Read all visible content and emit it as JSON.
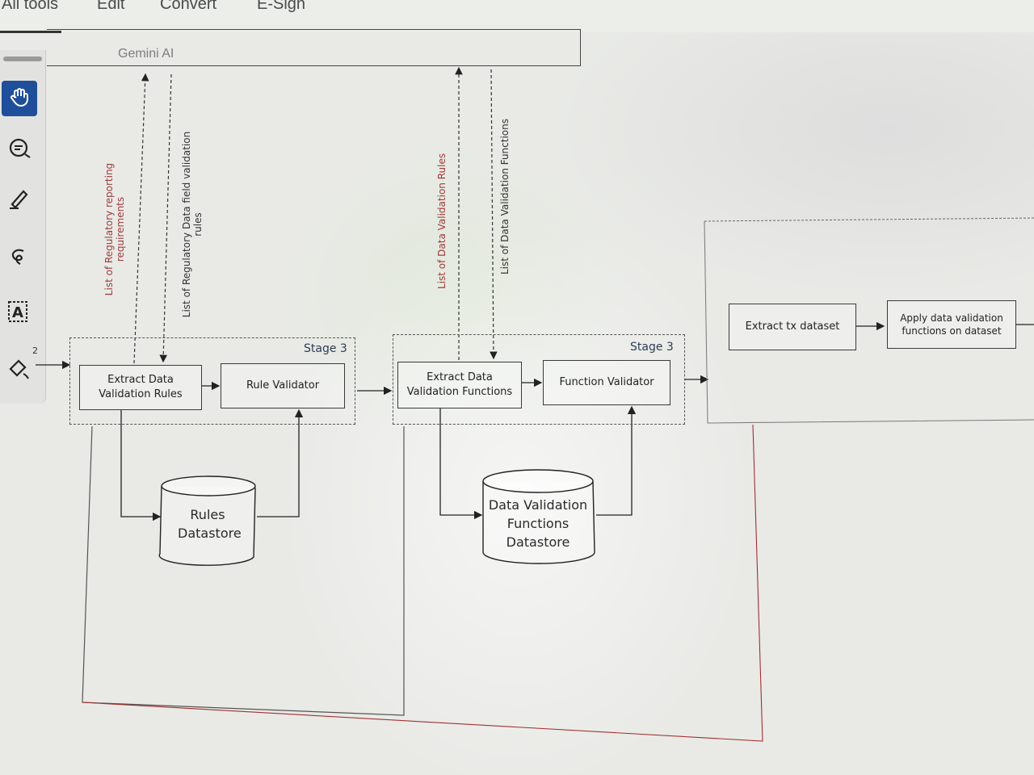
{
  "menu": {
    "items": [
      "All tools",
      "Edit",
      "Convert",
      "E-Sign"
    ]
  },
  "toolbar": {
    "tools": [
      {
        "name": "hand-icon",
        "active": true
      },
      {
        "name": "comment-icon"
      },
      {
        "name": "highlight-pen-icon"
      },
      {
        "name": "draw-loop-icon"
      },
      {
        "name": "text-select-icon"
      },
      {
        "name": "fill-sign-icon"
      }
    ]
  },
  "diagram": {
    "swimlane_title": "Gemini AI",
    "arrow_labels": {
      "regulatory_requirements": "List of Regulatory reporting requirements",
      "field_rules": "List of Regulatory Data field validation rules",
      "validation_rules": "List of Data Validation Rules",
      "validation_functions": "List of Data Validation Functions"
    },
    "stage1": {
      "label": "Stage 3",
      "extract_rules": "Extract Data Validation Rules",
      "rule_validator": "Rule Validator"
    },
    "stage2": {
      "label": "Stage 3",
      "extract_functions": "Extract Data Validation Functions",
      "function_validator": "Function Validator"
    },
    "stage3": {
      "extract_tx": "Extract tx dataset",
      "apply_functions": "Apply data validation functions on dataset"
    },
    "datastores": {
      "rules": "Rules Datastore",
      "functions": "Data Validation Functions Datastore"
    },
    "page_marker": "2"
  },
  "colors": {
    "active_tool": "#1f4f9a",
    "red_connector": "#a03030"
  }
}
